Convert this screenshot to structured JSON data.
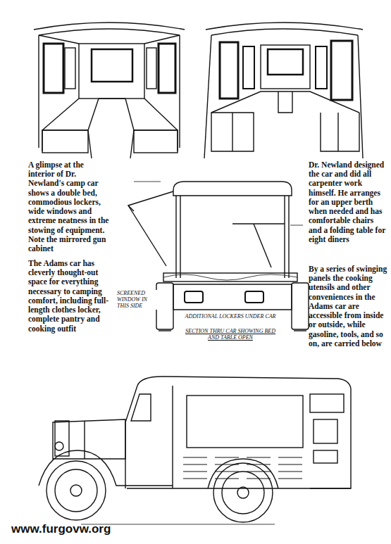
{
  "diagram": {
    "labels": [
      "A glimpse at the interior of Dr. Newland's camp car shows a double bed, commodious lockers, wide windows and extreme neatness in the stowing of equipment. Note the mirrored gun cabinet",
      "The Adams car has cleverly thought-out space for everything necessary to camping comfort, including full-length clothes locker, complete pantry and cooking outfit",
      "Dr. Newland designed the car and did all carpenter work himself. He arranges for an upper berth when needed and has comfortable chairs and a folding table for eight diners",
      "By a series of swinging panels the cooking utensils and other conveniences in the Adams car are accessible from inside or outside, while gasoline, tools, and so on, are carried below",
      "SCREENED WINDOW IN THIS SIDE",
      "ADDITIONAL LOCKERS UNDER CAR",
      "SECTION THRU CAR SHOWING BED AND TABLE OPEN",
      "www.furgovw.org"
    ]
  }
}
